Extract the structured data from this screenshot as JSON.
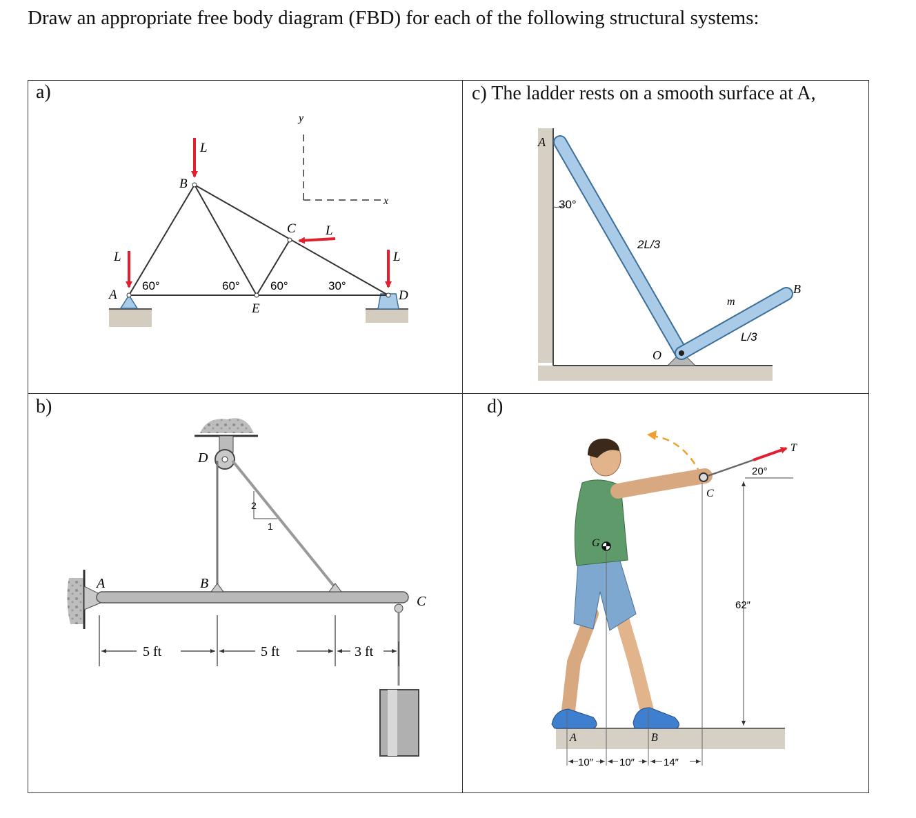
{
  "instruction": "Draw an appropriate free body diagram (FBD) for each of the following structural systems:",
  "panels": [
    {
      "label": "a)",
      "points": [
        "A",
        "B",
        "C",
        "D",
        "E"
      ],
      "loads": [
        "L",
        "L",
        "L",
        "L"
      ],
      "angles": [
        "60°",
        "60°",
        "60°",
        "30°"
      ],
      "axes": [
        "y",
        "x"
      ]
    },
    {
      "label": "b)",
      "points": [
        "A",
        "B",
        "C",
        "D"
      ],
      "slope": [
        "2",
        "1"
      ],
      "dimensions": [
        "5 ft",
        "5 ft",
        "3 ft"
      ]
    },
    {
      "label": "c)",
      "title": "c) The ladder rests on a smooth surface at A,",
      "points": [
        "A",
        "B",
        "O"
      ],
      "angle": "30°",
      "lengths": [
        "2L/3",
        "L/3"
      ],
      "mass": "m"
    },
    {
      "label": "d)",
      "points": [
        "A",
        "B",
        "C",
        "G"
      ],
      "force": "T",
      "angle": "20°",
      "height": "62″",
      "dimensions": [
        "10″",
        "10″",
        "14″"
      ]
    }
  ],
  "colors": {
    "force_arrow": "#e0202e",
    "member": "#a9cbe8",
    "member_edge": "#3b6f99",
    "ground": "#c9c2b6"
  }
}
